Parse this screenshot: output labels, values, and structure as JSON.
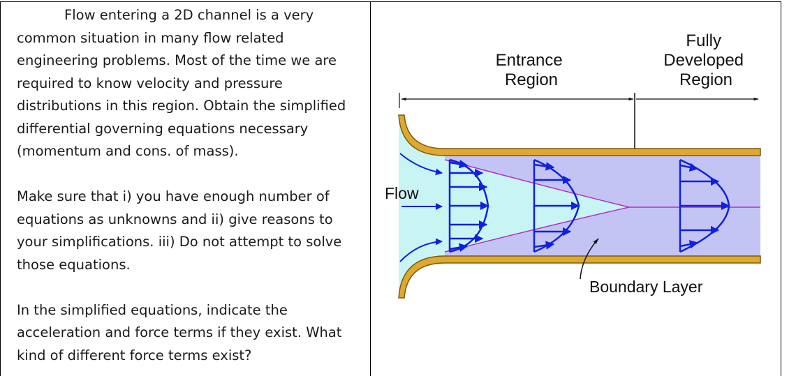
{
  "problem": {
    "paragraph1": "Flow entering a 2D channel is a very common situation in many flow related engineering problems.  Most of the time we are required to know velocity and pressure distributions in this region.  Obtain the simplified differential governing equations necessary (momentum and cons. of mass).",
    "paragraph2": "Make sure that i) you have enough number of equations as unknowns and ii) give reasons to your simplifications.  iii) Do not attempt to solve those equations.",
    "paragraph3": "In the simplified equations, indicate the acceleration and force terms if they exist. What kind of different force terms exist?"
  },
  "figure": {
    "entrance_label_line1": "Entrance",
    "entrance_label_line2": "Region",
    "developed_label_line1": "Fully",
    "developed_label_line2": "Developed",
    "developed_label_line3": "Region",
    "flow_label": "Flow",
    "boundary_label": "Boundary Layer",
    "colors": {
      "wall": "#e0a830",
      "wall_edge": "#7a5a10",
      "channel_fill": "#c4c4f4",
      "core_fill": "#c8f4f4",
      "arrow": "#1020e0",
      "boundary_line": "#b030c0"
    }
  }
}
